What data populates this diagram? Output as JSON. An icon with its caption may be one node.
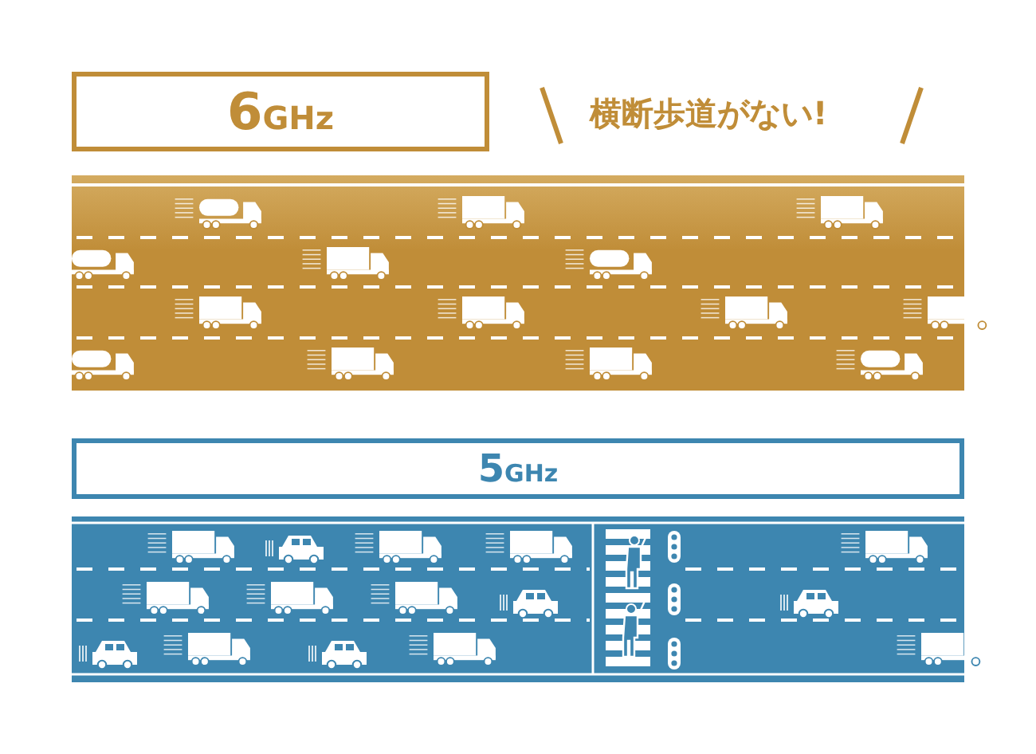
{
  "diagram": {
    "nodes": [
      {
        "text": [
          "6GHz"
        ]
      },
      {
        "text": [
          "5GHz"
        ]
      }
    ],
    "labels": [
      "横断歩道がない!"
    ]
  }
}
